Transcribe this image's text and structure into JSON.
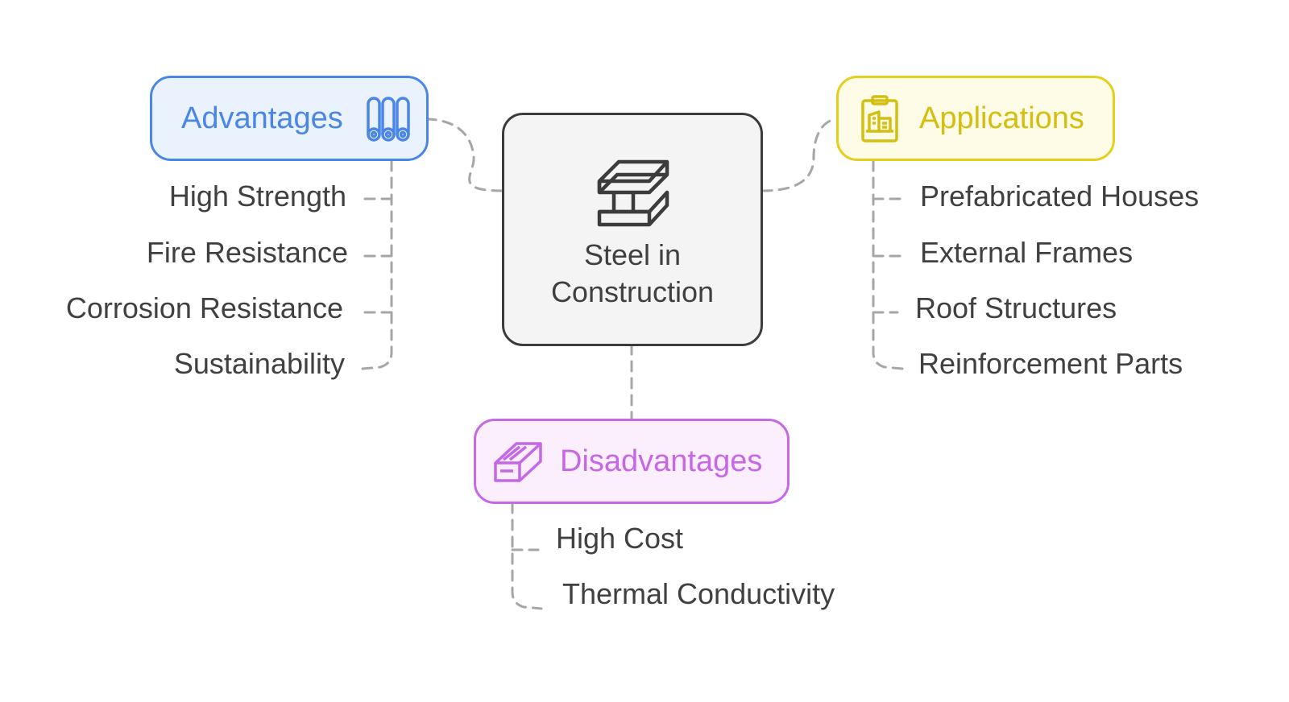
{
  "center": {
    "line1": "Steel in",
    "line2": "Construction"
  },
  "branches": {
    "advantages": {
      "title": "Advantages",
      "items": [
        "High Strength",
        "Fire Resistance",
        "Corrosion Resistance",
        "Sustainability"
      ]
    },
    "applications": {
      "title": "Applications",
      "items": [
        "Prefabricated Houses",
        "External Frames",
        "Roof Structures",
        "Reinforcement Parts"
      ]
    },
    "disadvantages": {
      "title": "Disadvantages",
      "items": [
        "High Cost",
        "Thermal Conductivity"
      ]
    }
  },
  "colors": {
    "advantages_border": "#4a86e8",
    "advantages_fill": "#eaf2fd",
    "applications_border": "#e5cf1c",
    "applications_fill": "#fefbe6",
    "disadvantages_border": "#c667e6",
    "disadvantages_fill": "#fbeefd",
    "center_border": "#3c3c3c",
    "center_fill": "#f4f4f4",
    "connector": "#a6a6a6",
    "text": "#404040"
  },
  "icons": {
    "advantages": "steel-pipes-icon",
    "applications": "building-plan-clipboard-icon",
    "disadvantages": "steel-beam-bar-icon",
    "center": "i-beam-icon"
  }
}
